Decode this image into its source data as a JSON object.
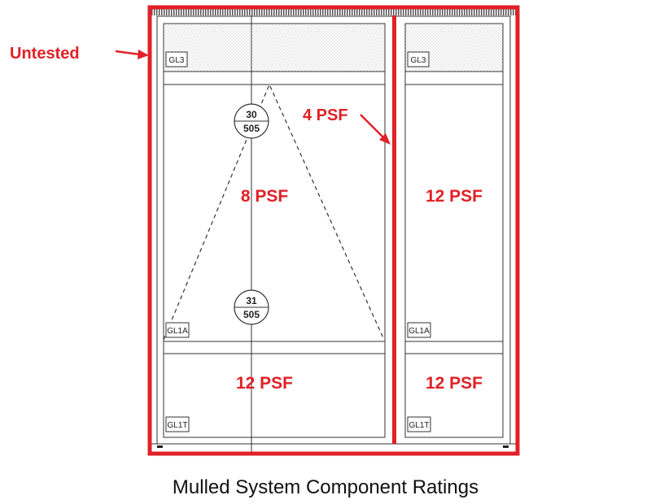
{
  "caption": "Mulled System Component Ratings",
  "callouts": {
    "untested": "Untested",
    "mullion": "4 PSF"
  },
  "left_unit": {
    "transom_tag": "GL3",
    "main_tag": "GL1A",
    "bottom_tag": "GL1T",
    "main_rating": "8 PSF",
    "bottom_rating": "12 PSF",
    "detail_top": {
      "num": "30",
      "sheet": "505"
    },
    "detail_bottom": {
      "num": "31",
      "sheet": "505"
    }
  },
  "right_unit": {
    "transom_tag": "GL3",
    "main_tag": "GL1A",
    "bottom_tag": "GL1T",
    "main_rating": "12 PSF",
    "bottom_rating": "12 PSF"
  },
  "colors": {
    "highlight": "#e02127",
    "line": "#333333",
    "text": "#222222"
  }
}
